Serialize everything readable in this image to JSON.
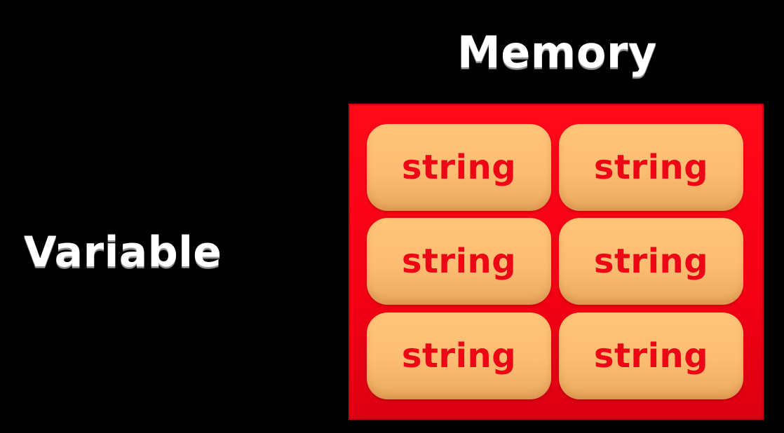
{
  "memory": {
    "title": "Memory",
    "cells": [
      "string",
      "string",
      "string",
      "string",
      "string",
      "string"
    ]
  },
  "variable": {
    "label": "Variable"
  },
  "colors": {
    "background": "#000000",
    "memory_box": "#ff0a1a",
    "cell_fill": "#fcbd73",
    "cell_text": "#ec0616",
    "label_text": "#ffffff"
  }
}
